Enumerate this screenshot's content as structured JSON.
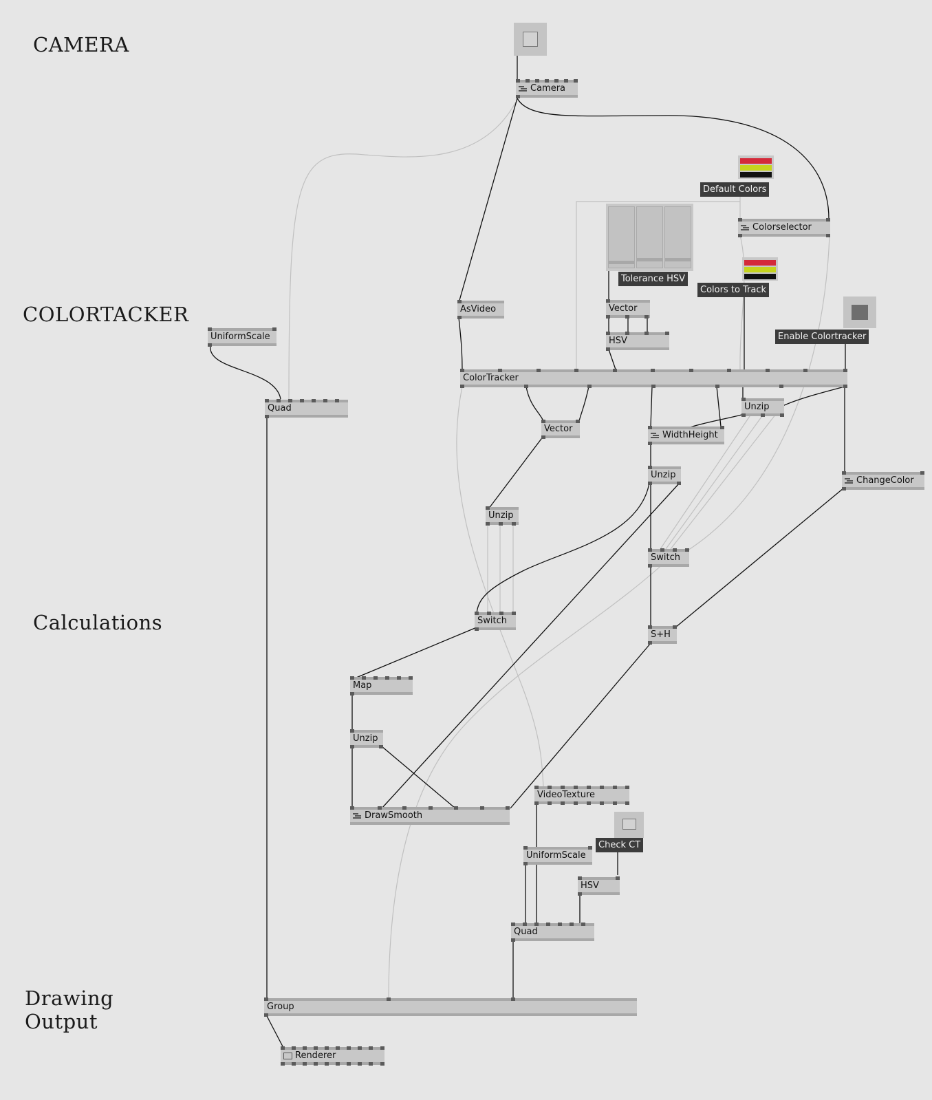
{
  "sections": {
    "camera": "CAMERA",
    "colortracker": "COLORTACKER",
    "calculations": "Calculations",
    "drawing_output": [
      "Drawing",
      "Output"
    ]
  },
  "nodes": {
    "camera": "Camera",
    "asvideo": "AsVideo",
    "vector_hsv": "Vector",
    "hsv_top": "HSV",
    "colorselector": "Colorselector",
    "colortracker": "ColorTracker",
    "uniformscale_top": "UniformScale",
    "quad_top": "Quad",
    "vector_mid": "Vector",
    "widthheight": "WidthHeight",
    "unzip_right_top": "Unzip",
    "unzip_mid": "Unzip",
    "unzip_left": "Unzip",
    "changecolor": "ChangeColor",
    "switch_right": "Switch",
    "switch_left": "Switch",
    "sh": "S+H",
    "map": "Map",
    "unzip_bottom": "Unzip",
    "drawsmooth": "DrawSmooth",
    "videotexture": "VideoTexture",
    "uniformscale_bottom": "UniformScale",
    "hsv_bottom": "HSV",
    "quad_bottom": "Quad",
    "group": "Group",
    "renderer": "Renderer"
  },
  "tags": {
    "default_colors": "Default Colors",
    "tolerance_hsv": "Tolerance HSV",
    "colors_to_track": "Colors to Track",
    "enable_colortracker": "Enable Colortracker",
    "check_ct": "Check CT"
  },
  "colors": {
    "swatch_red": "#d42a3a",
    "swatch_yellow": "#c6d41e",
    "swatch_black": "#111111",
    "background": "#e6e6e6",
    "wire_dark": "#111111",
    "wire_light": "#c2c2c2"
  }
}
